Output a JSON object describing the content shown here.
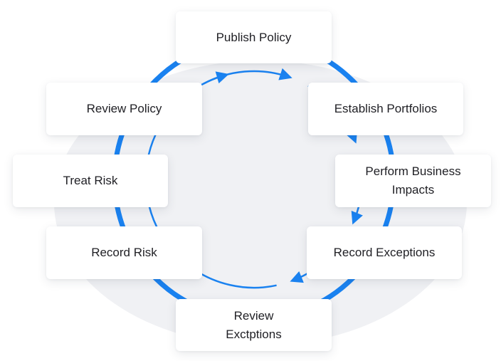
{
  "diagram": {
    "steps": [
      {
        "id": "publish-policy",
        "label": "Publish Policy"
      },
      {
        "id": "establish-portfolios",
        "label": "Establish Portfolios"
      },
      {
        "id": "perform-business-impacts",
        "label": "Perform Business\nImpacts"
      },
      {
        "id": "record-exceptions",
        "label": "Record Exceptions"
      },
      {
        "id": "review-exctptions",
        "label": "Review\nExctptions"
      },
      {
        "id": "record-risk",
        "label": "Record Risk"
      },
      {
        "id": "treat-risk",
        "label": "Treat Risk"
      },
      {
        "id": "review-policy",
        "label": "Review Policy"
      }
    ],
    "colors": {
      "ring": "#1a82f0",
      "background_circle": "#f0f1f4",
      "text": "#1f1f24",
      "box": "#ffffff"
    },
    "flow_direction": "clockwise"
  }
}
